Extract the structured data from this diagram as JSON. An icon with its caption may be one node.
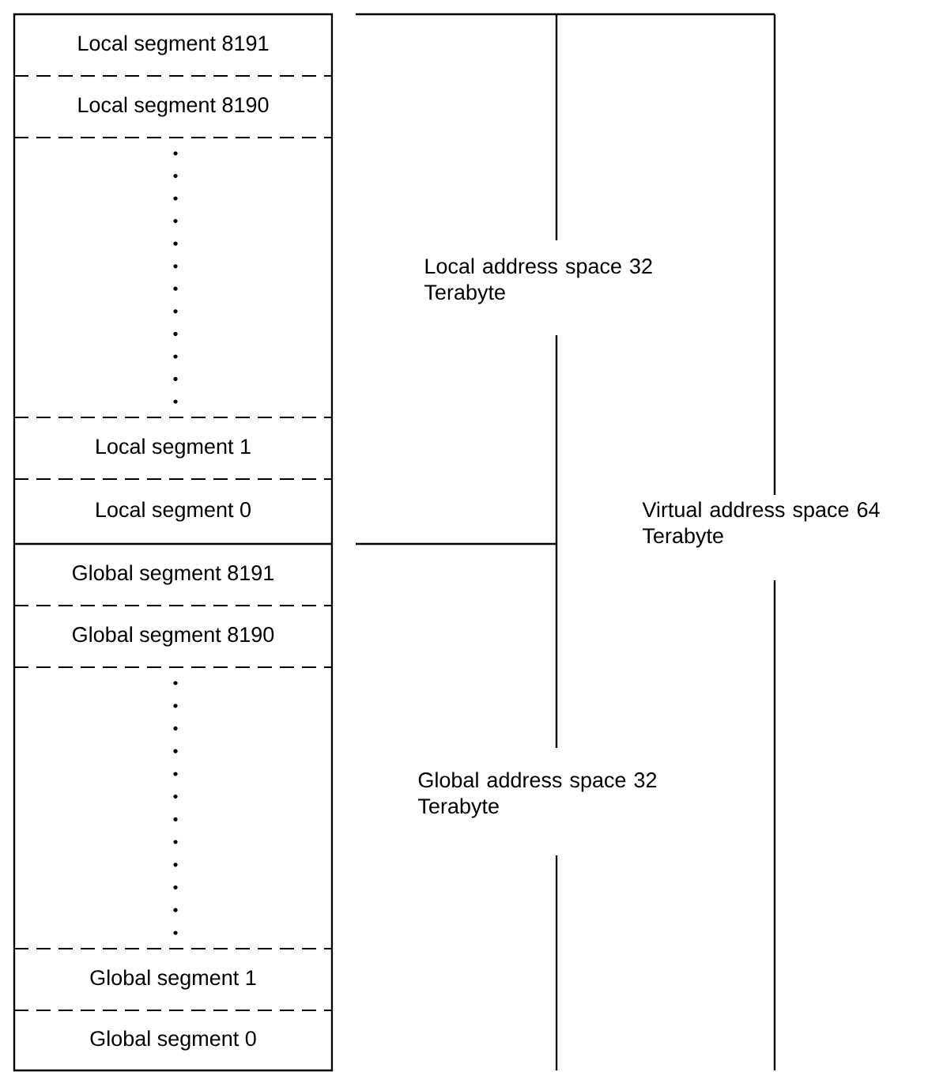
{
  "diagram": {
    "nodes": [
      {
        "text": [
          "Local segment 8191"
        ]
      },
      {
        "text": [
          "Local segment 8190"
        ]
      },
      {
        "text": [
          "Local segment 1"
        ]
      },
      {
        "text": [
          "Local segment 0"
        ]
      },
      {
        "text": [
          "Global segment 8191"
        ]
      },
      {
        "text": [
          "Global segment 8190"
        ]
      },
      {
        "text": [
          "Global segment 1"
        ]
      },
      {
        "text": [
          "Global segment 0"
        ]
      }
    ],
    "labels": [
      "Local address space 32 Terabyte",
      "Virtual address space 64 Terabyte",
      "Global address space 32 Terabyte"
    ]
  }
}
